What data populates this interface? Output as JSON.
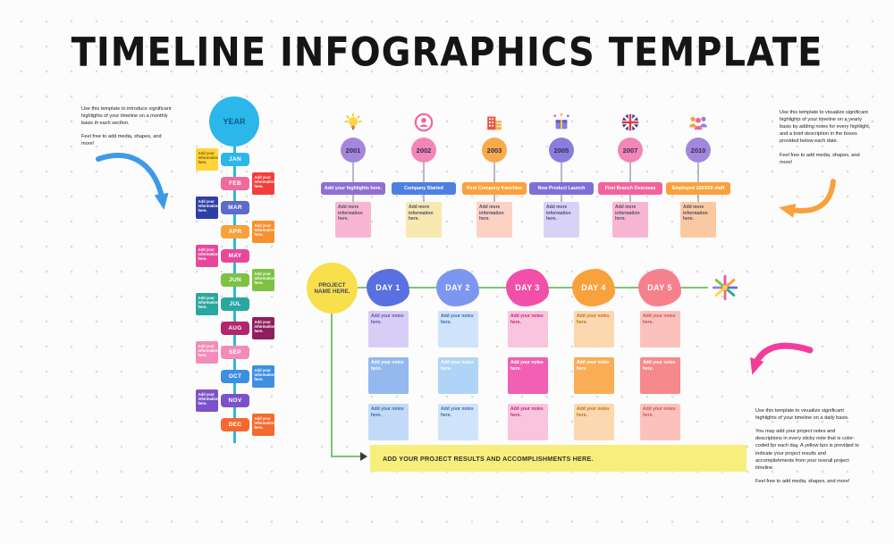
{
  "title": "TIMELINE INFOGRAPHICS TEMPLATE",
  "side_notes": {
    "monthly": {
      "p1": "Use this template to introduce significant highlights of your timeline on a monthly basis in each section.",
      "p2": "Feel free to add media, shapes, and more!"
    },
    "yearly": {
      "p1": "Use this template to visualize significant highlights of your timeline on a yearly basis by adding notes for every highlight, and a brief description in the boxes provided below each date.",
      "p2": "Feel free to add media, shapes, and more!"
    },
    "daily": {
      "p1": "Use this template to visualize significant highlights of your timeline on a daily basis.",
      "p2": "You may add your project notes and descriptions in every sticky note that is color-coded for each day. A yellow box is provided to indicate your project results and accomplishments from your overall project timeline.",
      "p3": "Feel free to add media, shapes, and more!"
    }
  },
  "monthly_timeline": {
    "year_label": "YEAR",
    "year_color": "#2bb7ea",
    "note_text": "Add your information here.",
    "months": [
      {
        "name": "JAN",
        "color": "#2bb7ea",
        "note_color": "#ffd43b",
        "note_text_color": "#7a5b00"
      },
      {
        "name": "FEB",
        "color": "#f06a9b",
        "note_color": "#f23d3d",
        "note_text_color": "#ffffff"
      },
      {
        "name": "MAR",
        "color": "#5d6cc9",
        "note_color": "#2e3fa3",
        "note_text_color": "#ffffff"
      },
      {
        "name": "APR",
        "color": "#f9a13c",
        "note_color": "#f98f2e",
        "note_text_color": "#ffffff"
      },
      {
        "name": "MAY",
        "color": "#e8489c",
        "note_color": "#e8489c",
        "note_text_color": "#ffffff"
      },
      {
        "name": "JUN",
        "color": "#7dc242",
        "note_color": "#7dc242",
        "note_text_color": "#ffffff"
      },
      {
        "name": "JUL",
        "color": "#2aa6a0",
        "note_color": "#2aa6a0",
        "note_text_color": "#ffffff"
      },
      {
        "name": "AUG",
        "color": "#b3256e",
        "note_color": "#8e1e5f",
        "note_text_color": "#ffffff"
      },
      {
        "name": "SEP",
        "color": "#f48bb8",
        "note_color": "#f48bb8",
        "note_text_color": "#ffffff"
      },
      {
        "name": "OCT",
        "color": "#3d8fe0",
        "note_color": "#3d8fe0",
        "note_text_color": "#ffffff"
      },
      {
        "name": "NOV",
        "color": "#7b52c9",
        "note_color": "#7b52c9",
        "note_text_color": "#ffffff"
      },
      {
        "name": "DEC",
        "color": "#f4692e",
        "note_color": "#f4692e",
        "note_text_color": "#ffffff"
      }
    ]
  },
  "yearly_timeline": {
    "note_text": "Add more information here.",
    "milestones": [
      {
        "year": "2001",
        "icon": "lightbulb-icon",
        "label": "Add your highlights here.",
        "circle_color": "#a487dd",
        "label_color": "#8f6fd1",
        "note_color": "#f9b6d2"
      },
      {
        "year": "2002",
        "icon": "person-icon",
        "label": "Company Started",
        "circle_color": "#f286b4",
        "label_color": "#4f7fe0",
        "note_color": "#f7e9b0"
      },
      {
        "year": "2003",
        "icon": "building-icon",
        "label": "First Company franchise",
        "circle_color": "#f9aa4b",
        "label_color": "#f9a13c",
        "note_color": "#fbd2c4"
      },
      {
        "year": "2005",
        "icon": "product-launch-icon",
        "label": "New Product Launch",
        "circle_color": "#8b7ce0",
        "label_color": "#7e6fd8",
        "note_color": "#d9d2f7"
      },
      {
        "year": "2007",
        "icon": "uk-flag-icon",
        "label": "First Branch Overseas",
        "circle_color": "#f286b4",
        "label_color": "#f2639c",
        "note_color": "#f9b6d2"
      },
      {
        "year": "2010",
        "icon": "team-icon",
        "label": "Employed 100/500 staff",
        "circle_color": "#a487dd",
        "label_color": "#f9a13c",
        "note_color": "#fbc9a1"
      }
    ]
  },
  "daily_timeline": {
    "project_label": "PROJECT NAME HERE.",
    "project_color": "#f7e04b",
    "note_text": "Add your notes here.",
    "days": [
      {
        "label": "DAY 1",
        "color": "#5a6fe0"
      },
      {
        "label": "DAY 2",
        "color": "#7d97f0"
      },
      {
        "label": "DAY 3",
        "color": "#f250a8"
      },
      {
        "label": "DAY 4",
        "color": "#f9a13c"
      },
      {
        "label": "DAY 5",
        "color": "#f7808d"
      }
    ],
    "note_colors": [
      [
        "#d8cdf6",
        "#cfe3fb",
        "#f9c4de",
        "#fbd8af",
        "#fbc2bc"
      ],
      [
        "#93b9f0",
        "#b0d4f8",
        "#f160b2",
        "#f9ad55",
        "#f7888b"
      ],
      [
        "#c3d9f8",
        "#cfe3fb",
        "#f9c4de",
        "#fbd8af",
        "#fbc2bc"
      ]
    ],
    "note_text_colors": [
      [
        "#6650a8",
        "#3a6ea8",
        "#c02980",
        "#b8731f",
        "#c2555c"
      ],
      [
        "#ffffff",
        "#ffffff",
        "#ffffff",
        "#ffffff",
        "#ffffff"
      ],
      [
        "#3a6ea8",
        "#3a6ea8",
        "#c02980",
        "#b8731f",
        "#c2555c"
      ]
    ],
    "banner": "ADD YOUR PROJECT RESULTS AND ACCOMPLISHMENTS HERE.",
    "end_icon": "firework-icon"
  }
}
